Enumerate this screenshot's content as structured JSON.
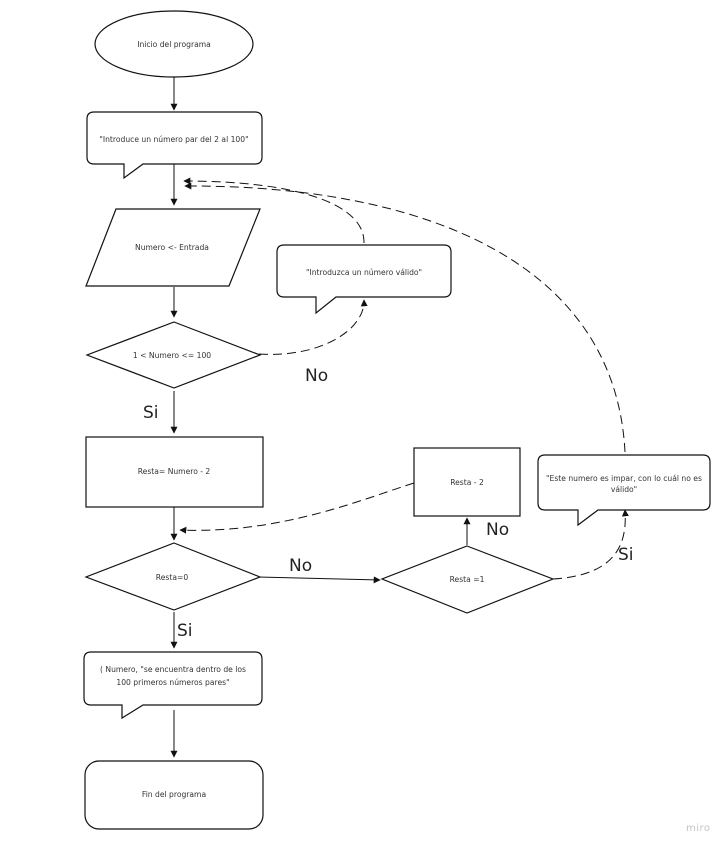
{
  "nodes": {
    "start": "Inicio del programa",
    "prompt": "\"Introduce un número par del 2 al 100\"",
    "input": "Numero <- Entrada",
    "invalid_msg": "\"Introduzca un número válido\"",
    "range_check": "1 < Numero <= 100",
    "assign": "Resta= Numero - 2",
    "subtract": "Resta - 2",
    "odd_msg_line1": "\"Este numero es impar, con lo cuál no es",
    "odd_msg_line2": "válido\"",
    "check_zero": "Resta=0",
    "check_one": "Resta =1",
    "result_line1": "( Numero, \"se encuentra dentro de los",
    "result_line2": "100 primeros números pares\"",
    "end": "Fin del programa"
  },
  "edges": {
    "range_no": "No",
    "range_si": "Si",
    "zero_no": "No",
    "zero_si": "Si",
    "one_no": "No",
    "one_si": "Si"
  },
  "watermark": "miro"
}
